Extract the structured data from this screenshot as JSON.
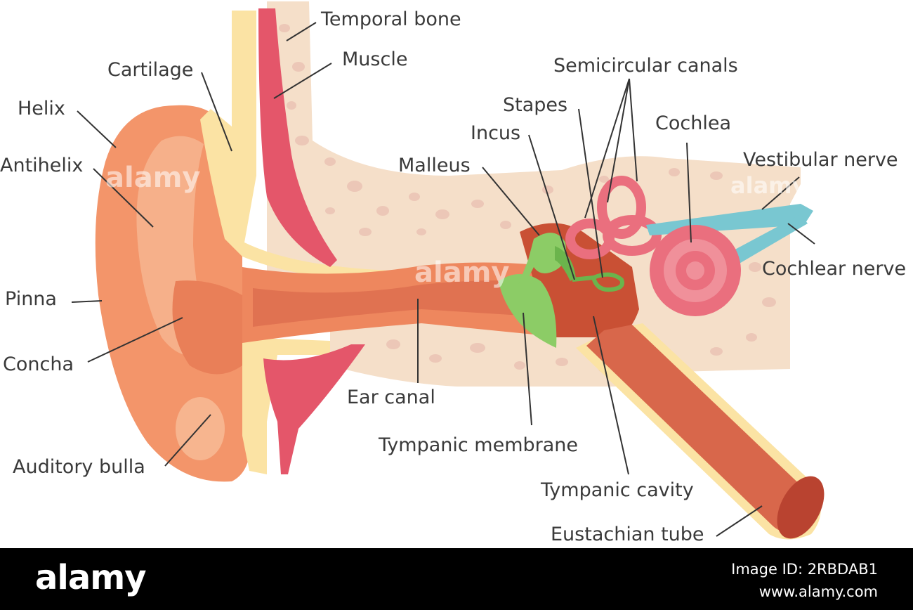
{
  "labels": {
    "temporal_bone": "Temporal bone",
    "muscle": "Muscle",
    "cartilage": "Cartilage",
    "helix": "Helix",
    "antihelix": "Antihelix",
    "pinna": "Pinna",
    "concha": "Concha",
    "auditory_bulla": "Auditory bulla",
    "semicircular_canals": "Semicircular canals",
    "stapes": "Stapes",
    "incus": "Incus",
    "malleus": "Malleus",
    "cochlea": "Cochlea",
    "vestibular_nerve": "Vestibular nerve",
    "cochlear_nerve": "Cochlear nerve",
    "ear_canal": "Ear canal",
    "tympanic_membrane": "Tympanic membrane",
    "tympanic_cavity": "Tympanic cavity",
    "eustachian_tube": "Eustachian tube"
  },
  "footer": {
    "brand": "alamy",
    "image_id": "Image ID: 2RBDAB1",
    "site": "www.alamy.com"
  },
  "watermark": "alamy",
  "colors": {
    "skin": "#f3956a",
    "skin_light": "#f6b08a",
    "bone": "#f5dfc9",
    "bone_spots": "#ecc7b7",
    "cartilage": "#fbe3a4",
    "muscle": "#e4566a",
    "ossicles": "#8ccc66",
    "cochlea": "#ea6f7e",
    "nerve": "#79c7d1",
    "canal_dark": "#c95034",
    "leader": "#333333"
  }
}
